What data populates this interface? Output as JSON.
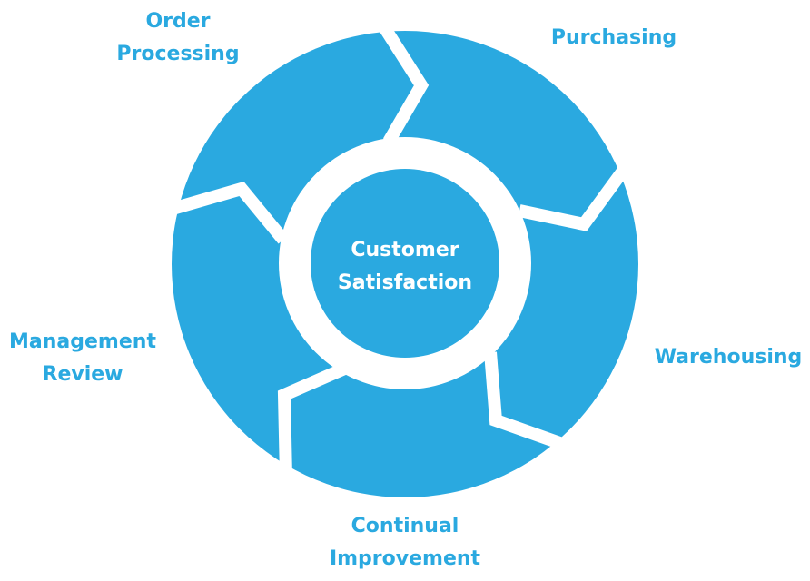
{
  "colors": {
    "primary": "#2aa9e0",
    "background": "#ffffff"
  },
  "center": {
    "line1": "Customer",
    "line2": "Satisfaction"
  },
  "steps": [
    {
      "line1": "Order",
      "line2": "Processing"
    },
    {
      "line1": "Purchasing"
    },
    {
      "line1": "Warehousing"
    },
    {
      "line1": "Continual",
      "line2": "Improvement"
    },
    {
      "line1": "Management",
      "line2": "Review"
    }
  ]
}
